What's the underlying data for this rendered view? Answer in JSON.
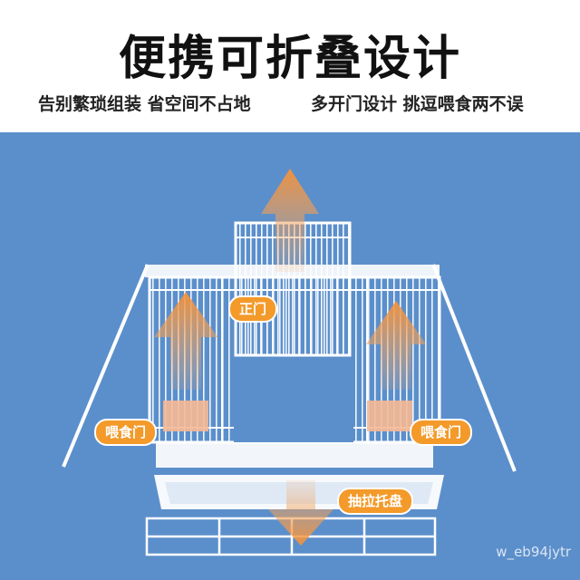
{
  "header": {
    "title": "便携可折叠设计",
    "subtitle_left": "告别繁琐组装 省空间不占地",
    "subtitle_right": "多开门设计 挑逗喂食两不误"
  },
  "labels": {
    "front_door": "正门",
    "feed_door_left": "喂食门",
    "feed_door_right": "喂食门",
    "drawer_tray": "抽拉托盘"
  },
  "watermark": "w_eb94jytr",
  "colors": {
    "background_panel": "#5b8fcb",
    "accent": "#f39a2a",
    "cage_wire": "#ffffff"
  }
}
